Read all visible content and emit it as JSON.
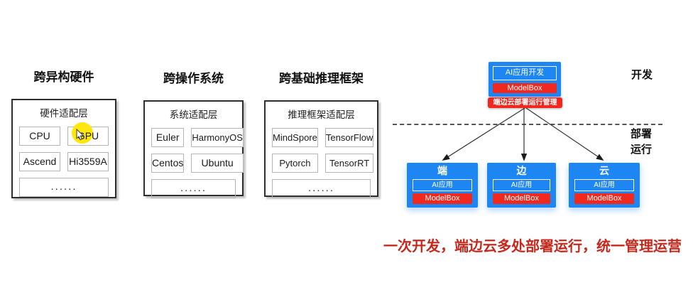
{
  "columns": [
    {
      "title": "跨异构硬件",
      "header": "硬件适配层",
      "items": [
        "CPU",
        "GPU",
        "Ascend",
        "Hi3559A"
      ],
      "more": "......"
    },
    {
      "title": "跨操作系统",
      "header": "系统适配层",
      "items": [
        "Euler",
        "HarmonyOS",
        "Centos",
        "Ubuntu"
      ],
      "more": "......"
    },
    {
      "title": "跨基础推理框架",
      "header": "推理框架适配层",
      "items": [
        "MindSpore",
        "TensorFlow",
        "Pytorch",
        "TensorRT"
      ],
      "more": "......"
    }
  ],
  "pipeline": {
    "dev_app": "AI应用开发",
    "dev_modelbox": "ModelBox",
    "banner": "端边云部署运行管理",
    "stage_develop": "开发",
    "stage_deploy": "部署",
    "stage_run": "运行"
  },
  "nodes": [
    {
      "name": "端",
      "app": "AI应用",
      "runtime": "ModelBox"
    },
    {
      "name": "边",
      "app": "AI应用",
      "runtime": "ModelBox"
    },
    {
      "name": "云",
      "app": "AI应用",
      "runtime": "ModelBox"
    }
  ],
  "tagline": "一次开发，端边云多处部署运行，统一管理运营",
  "colors": {
    "node_blue": "#1e86f2",
    "modelbox_red": "#f1281e",
    "tagline_red": "#c5281c",
    "highlight_yellow": "#ffe70c"
  }
}
